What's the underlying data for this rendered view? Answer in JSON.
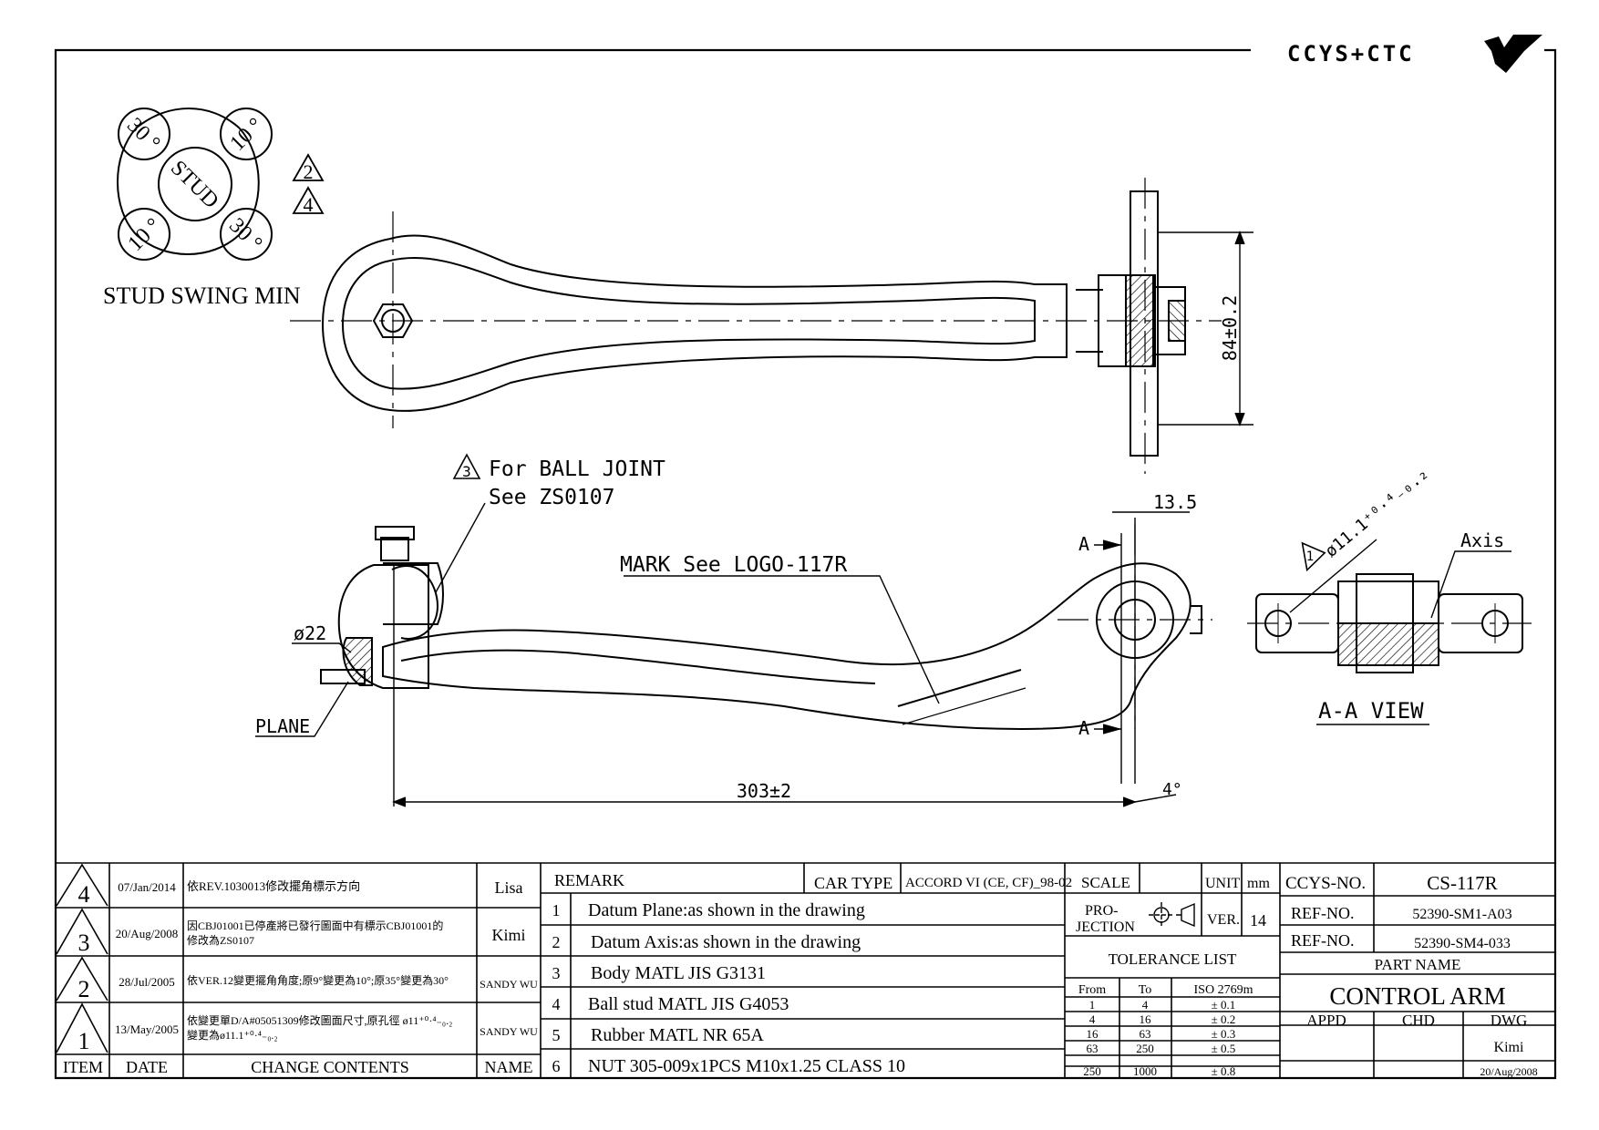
{
  "logo": {
    "text": "CCYS+CTC"
  },
  "stud_swing": {
    "title": "STUD SWING MIN",
    "center": "STUD",
    "angles": [
      "30 °",
      "10 °",
      "10 °",
      "30 °"
    ],
    "rev_marks": [
      "2",
      "4"
    ]
  },
  "top_view": {
    "dim_height": "84±0.2"
  },
  "side_view": {
    "ball_joint_mark": "3",
    "ball_joint_note1": "For BALL JOINT",
    "ball_joint_note2": "See ZS0107",
    "mark_note": "MARK See LOGO-117R",
    "diameter": "ø22",
    "plane": "PLANE",
    "dim_length": "303±2",
    "dim_135": "13.5",
    "angle": "4°",
    "section_a_top": "A",
    "section_a_bottom": "A"
  },
  "aa_view": {
    "title": "A-A VIEW",
    "axis": "Axis",
    "rev_mark": "1",
    "hole": "ø11.1⁺⁰·⁴₋₀.₂"
  },
  "revisions": [
    {
      "item": "4",
      "date": "07/Jan/2014",
      "content": "依REV.1030013修改擺角標示方向",
      "content2": "",
      "name": "Lisa"
    },
    {
      "item": "3",
      "date": "20/Aug/2008",
      "content": "因CBJ01001已停產將已發行圖面中有標示CBJ01001的",
      "content2": "修改為ZS0107",
      "name": "Kimi"
    },
    {
      "item": "2",
      "date": "28/Jul/2005",
      "content": "依VER.12變更擺角角度;原9°變更為10°;原35°變更為30°",
      "content2": "",
      "name": "SANDY WU"
    },
    {
      "item": "1",
      "date": "13/May/2005",
      "content": "依變更單D/A#05051309修改圖面尺寸,原孔徑 ø11⁺⁰·⁴₋₀.₂",
      "content2": "變更為ø11.1⁺⁰·⁴₋₀.₂",
      "name": "SANDY WU"
    }
  ],
  "rev_headers": {
    "item": "ITEM",
    "date": "DATE",
    "content": "CHANGE CONTENTS",
    "name": "NAME"
  },
  "remark": {
    "label": "REMARK",
    "car_type_label": "CAR TYPE",
    "car_type": "ACCORD VI (CE, CF)_98-02",
    "items": [
      {
        "no": "1",
        "text": "Datum Plane:as shown in the drawing"
      },
      {
        "no": "2",
        "text": "Datum Axis:as shown in the drawing"
      },
      {
        "no": "3",
        "text": "Body MATL JIS G3131"
      },
      {
        "no": "4",
        "text": "Ball stud MATL JIS G4053"
      },
      {
        "no": "5",
        "text": "Rubber MATL NR 65A"
      },
      {
        "no": "6",
        "text": "NUT 305-009x1PCS M10x1.25 CLASS 10"
      }
    ]
  },
  "info": {
    "scale_label": "SCALE",
    "unit_label": "UNIT",
    "unit": "mm",
    "projection_label1": "PRO-",
    "projection_label2": "JECTION",
    "ver_label": "VER.",
    "ver": "14",
    "tolerance_title": "TOLERANCE LIST",
    "tol_headers": [
      "From",
      "To",
      "ISO 2769m"
    ],
    "tolerances": [
      [
        "1",
        "4",
        "± 0.1"
      ],
      [
        "4",
        "16",
        "± 0.2"
      ],
      [
        "16",
        "63",
        "± 0.3"
      ],
      [
        "63",
        "250",
        "± 0.5"
      ],
      [
        "250",
        "1000",
        "± 0.8"
      ]
    ]
  },
  "title_block": {
    "ccys_label": "CCYS-NO.",
    "ccys_no": "CS-117R",
    "ref_label1": "REF-NO.",
    "ref1": "52390-SM1-A03",
    "ref_label2": "REF-NO.",
    "ref2": "52390-SM4-033",
    "part_name_label": "PART NAME",
    "part_name": "CONTROL ARM",
    "appd": "APPD",
    "chd": "CHD",
    "dwg": "DWG",
    "drawer": "Kimi",
    "draw_date": "20/Aug/2008"
  }
}
